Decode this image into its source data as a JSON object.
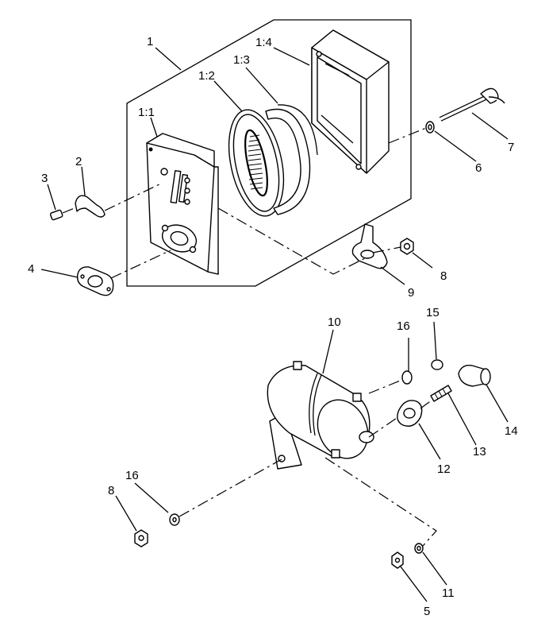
{
  "diagram": {
    "labels": {
      "p1": "1",
      "p1_1": "1:1",
      "p1_2": "1:2",
      "p1_3": "1:3",
      "p1_4": "1:4",
      "p2": "2",
      "p3": "3",
      "p4": "4",
      "p5": "5",
      "p6": "6",
      "p7": "7",
      "p8a": "8",
      "p8b": "8",
      "p9": "9",
      "p10": "10",
      "p11": "11",
      "p12": "12",
      "p13": "13",
      "p14": "14",
      "p15": "15",
      "p16a": "16",
      "p16b": "16"
    }
  }
}
